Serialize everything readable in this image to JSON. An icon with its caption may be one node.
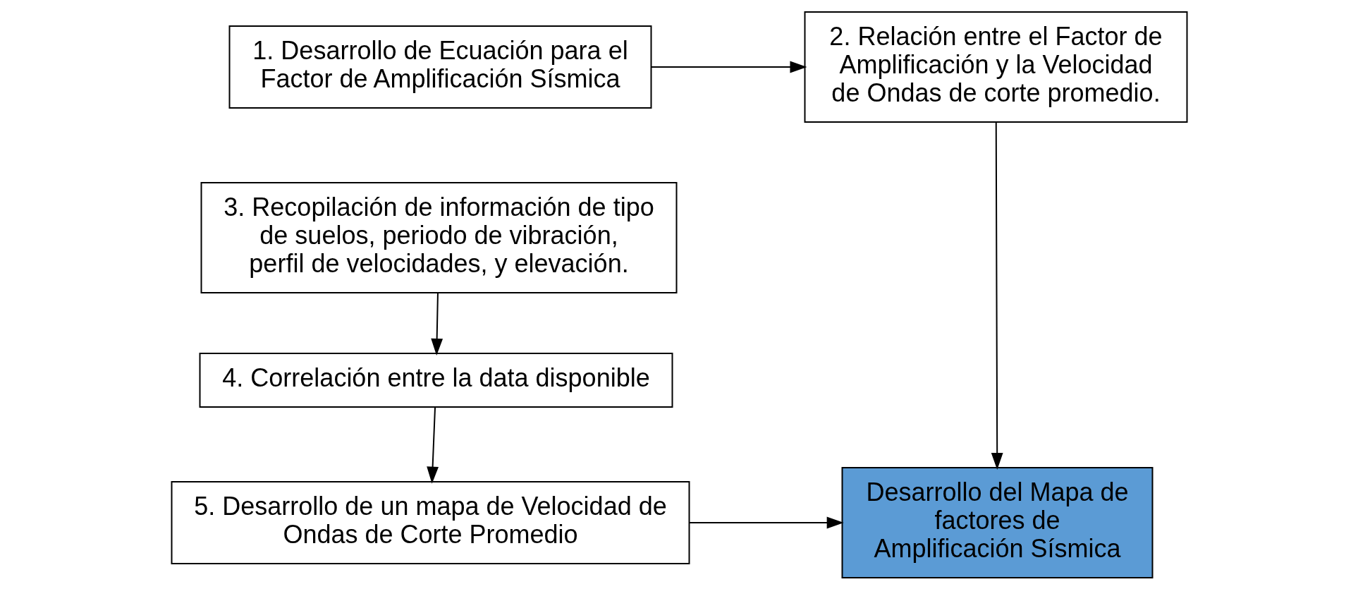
{
  "diagram": {
    "nodes": [
      {
        "text": [
          "1. Desarrollo de Ecuación para el Factor de Amplificación Sísmica"
        ]
      },
      {
        "text": [
          "2. Relación entre el Factor de Amplificación y la Velocidad de Ondas de corte promedio."
        ]
      },
      {
        "text": [
          "3. Recopilación de información de tipo de suelos, periodo de vibración, perfil de velocidades, y elevación."
        ]
      },
      {
        "text": [
          "4. Correlación entre la data disponible"
        ]
      },
      {
        "text": [
          "5. Desarrollo de un mapa de Velocidad de Ondas de Corte Promedio"
        ]
      },
      {
        "text": [
          "Desarrollo del Mapa de factores de Amplificación Sísmica"
        ]
      }
    ],
    "edges": [
      {
        "from": 0,
        "to": 1,
        "arrow": "to"
      },
      {
        "from": 1,
        "to": 5,
        "arrow": "to"
      },
      {
        "from": 2,
        "to": 3,
        "arrow": "to"
      },
      {
        "from": 3,
        "to": 4,
        "arrow": "to"
      },
      {
        "from": 4,
        "to": 5,
        "arrow": "to"
      }
    ]
  }
}
